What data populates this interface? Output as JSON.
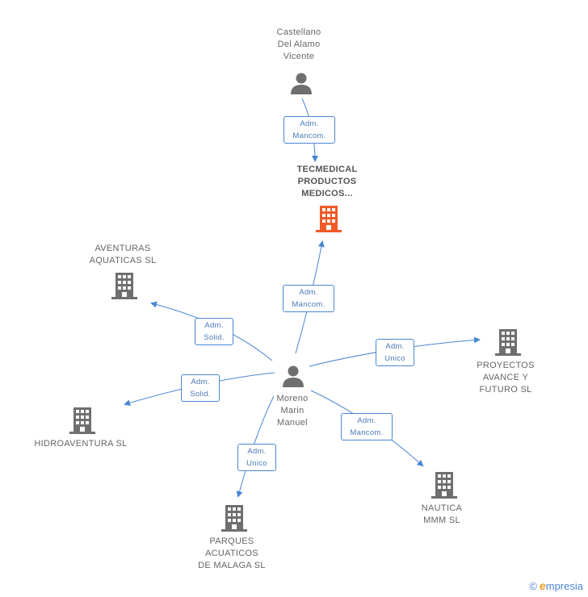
{
  "nodes": {
    "castellano": {
      "label": "Castellano\nDel Alamo\nVicente",
      "type": "person"
    },
    "tecmedical": {
      "label": "TECMEDICAL\nPRODUCTOS\nMEDICOS...",
      "type": "company-focus"
    },
    "moreno": {
      "label": "Moreno\nMarin\nManuel",
      "type": "person"
    },
    "aventuras": {
      "label": "AVENTURAS\nAQUATICAS SL",
      "type": "company"
    },
    "hidroaventura": {
      "label": "HIDROAVENTURA SL",
      "type": "company"
    },
    "parques": {
      "label": "PARQUES\nACUATICOS\nDE MALAGA SL",
      "type": "company"
    },
    "nautica": {
      "label": "NAUTICA\nMMM SL",
      "type": "company"
    },
    "proyectos": {
      "label": "PROYECTOS\nAVANCE Y\nFUTURO SL",
      "type": "company"
    }
  },
  "edges": [
    {
      "from": "castellano",
      "to": "tecmedical",
      "role": "Adm.\nMancom."
    },
    {
      "from": "moreno",
      "to": "tecmedical",
      "role": "Adm.\nMancom."
    },
    {
      "from": "moreno",
      "to": "aventuras",
      "role": "Adm.\nSolid."
    },
    {
      "from": "moreno",
      "to": "hidroaventura",
      "role": "Adm.\nSolid."
    },
    {
      "from": "moreno",
      "to": "parques",
      "role": "Adm.\nUnico"
    },
    {
      "from": "moreno",
      "to": "nautica",
      "role": "Adm.\nMancom."
    },
    {
      "from": "moreno",
      "to": "proyectos",
      "role": "Adm.\nUnico"
    }
  ],
  "colors": {
    "edge": "#4a86d4",
    "company": "#6f6f6f",
    "focus": "#f05a28",
    "person": "#6f6f6f"
  },
  "brand": {
    "copyright": "©",
    "e": "e",
    "name": "mpresia"
  }
}
